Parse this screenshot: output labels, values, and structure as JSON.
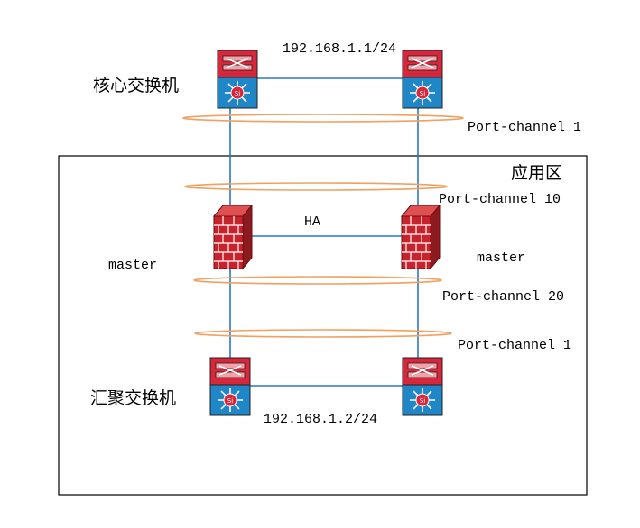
{
  "labels": {
    "core_switch": "核心交换机",
    "aggregation_switch": "汇聚交换机",
    "app_zone": "应用区",
    "core_ip": "192.168.1.1/24",
    "agg_ip": "192.168.1.2/24",
    "pc_core": "Port-channel 1",
    "pc_fw_top": "Port-channel 10",
    "pc_fw_bottom": "Port-channel 20",
    "pc_agg": "Port-channel 1",
    "ha": "HA",
    "master_left": "master",
    "master_right": "master"
  },
  "colors": {
    "link": "#2a7ab8",
    "ellipse": "#f0a060",
    "switch_top": "#d8263a",
    "switch_bottom": "#1f86c8",
    "firewall": "#c8232c",
    "border": "#000000"
  },
  "icons": {
    "switch": "multilayer-switch-icon",
    "firewall": "firewall-icon"
  }
}
